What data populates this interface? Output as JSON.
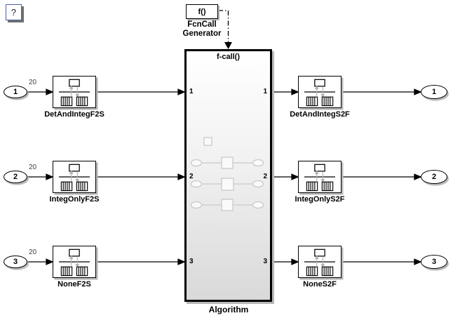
{
  "window": {
    "help_label": "?"
  },
  "generator": {
    "block_text": "f()",
    "label_line1": "FcnCall",
    "label_line2": "Generator"
  },
  "algorithm": {
    "label": "Algorithm",
    "callout": "f-call()",
    "left_ports": [
      "1",
      "2",
      "3"
    ],
    "right_ports": [
      "1",
      "2",
      "3"
    ]
  },
  "rows": [
    {
      "inport": "1",
      "signal_width": "20",
      "left_block": "DetAndIntegF2S",
      "right_block": "DetAndIntegS2F",
      "outport": "1"
    },
    {
      "inport": "2",
      "signal_width": "20",
      "left_block": "IntegOnlyF2S",
      "right_block": "IntegOnlyS2F",
      "outport": "2"
    },
    {
      "inport": "3",
      "signal_width": "20",
      "left_block": "NoneF2S",
      "right_block": "NoneS2F",
      "outport": "3"
    }
  ],
  "icons": {
    "small_block_icon": "rate-transition-icon",
    "generator_connector": "function-call-dashdot-line"
  },
  "colors": {
    "wire": "#000000",
    "block_border": "#000000",
    "help_border": "#4c5fb2",
    "shadow": "#b8b8b8",
    "preview": "#c9c9c9",
    "alg_top": "#ffffff",
    "alg_bottom": "#d9d9d9",
    "signal_label": "#404040"
  }
}
